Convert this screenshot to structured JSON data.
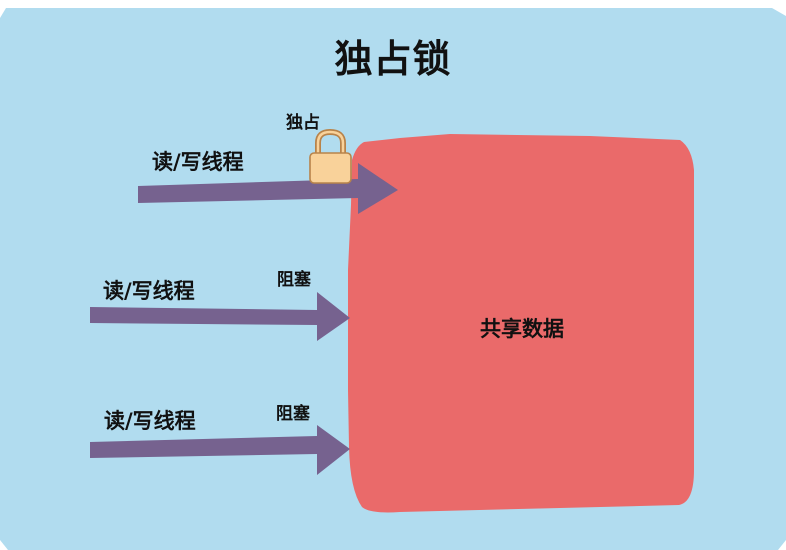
{
  "title": "独占锁",
  "shared_data": {
    "label": "共享数据"
  },
  "threads": [
    {
      "label": "读/写线程",
      "state": "独占"
    },
    {
      "label": "读/写线程",
      "state": "阻塞"
    },
    {
      "label": "读/写线程",
      "state": "阻塞"
    }
  ],
  "colors": {
    "background": "#b1dcef",
    "shared_data": "#ea6a6a",
    "arrow": "#76628f",
    "lock_body": "#f9d29a",
    "lock_stroke": "#b8834a"
  }
}
